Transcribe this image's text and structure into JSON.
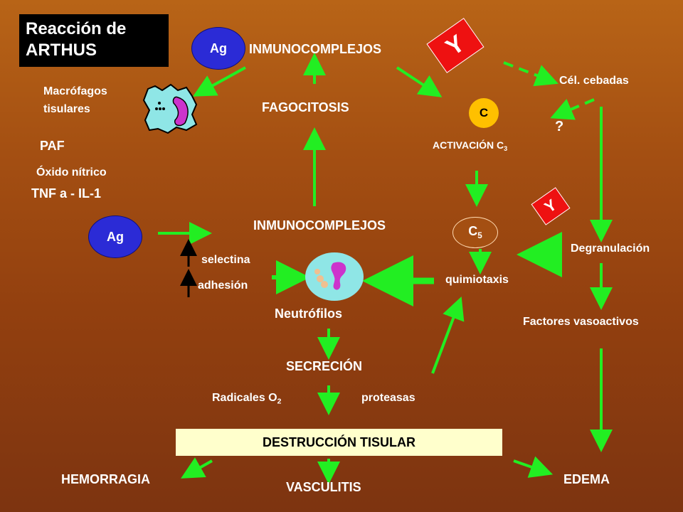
{
  "title": "Reacción de\nARTHUS",
  "nodes": {
    "ag_top": "Ag",
    "ag_mid": "Ag",
    "inmunocomplejos_top": "INMUNOCOMPLEJOS",
    "inmunocomplejos_mid": "INMUNOCOMPLEJOS",
    "y_top": "Y",
    "y_mid": "Y",
    "cel_cebadas": "Cél. cebadas",
    "question_mark": "?",
    "macrofagos": "Macrófagos",
    "tisulares": "tisulares",
    "fagocitosis": "FAGOCITOSIS",
    "c_circle": "C",
    "activacion": "ACTIVACIÓN  C",
    "activacion_sub": "3",
    "paf": "PAF",
    "oxido_nitrico": "Óxido nítrico",
    "tnf": "TNF a - IL-1",
    "c5": "C",
    "c5_sub": "5",
    "degranulacion": "Degranulación",
    "selectina": "selectina",
    "adhesion": "adhesión",
    "quimiotaxis": "quimiotaxis",
    "neutrofilos": "Neutrófilos",
    "factores_vasoactivos": "Factores vasoactivos",
    "secrecion": "SECRECIÓN",
    "radicales": "Radicales O",
    "radicales_sub": "2",
    "proteasas": "proteasas",
    "destruccion": "DESTRUCCIÓN TISULAR",
    "hemorragia": "HEMORRAGIA",
    "vasculitis": "VASCULITIS",
    "edema": "EDEMA"
  },
  "colors": {
    "arrow": "#22ee22",
    "ag_fill": "#2b2bd6",
    "c_fill": "#ffc000",
    "y_fill": "#ee1111",
    "destruction_box": "#ffffcc",
    "title_box": "#000000",
    "cell_fill": "#8fe6e6",
    "nucleus_fill": "#cc33cc"
  }
}
